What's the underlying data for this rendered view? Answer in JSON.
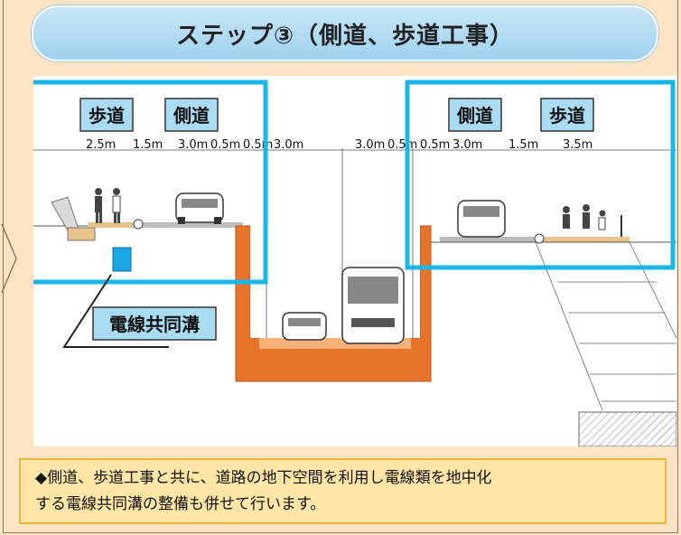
{
  "title": "ステップ③（側道、歩道工事）",
  "labels": {
    "left_sidewalk": "歩道",
    "left_sideroad": "側道",
    "right_sideroad": "側道",
    "right_sidewalk": "歩道",
    "cable_trench": "電線共同溝"
  },
  "dimensions_left": [
    "2.5m",
    "1.5m",
    "3.0m",
    "0.5m",
    "0.5m",
    "3.0m"
  ],
  "dimensions_center": [
    "3.0m",
    "0.5m"
  ],
  "dimensions_right": [
    "0.5m",
    "3.0m",
    "1.5m",
    "3.5m"
  ],
  "note": {
    "line1": "◆側道、歩道工事と共に、道路の地下空間を利用し電線類を地中化",
    "line2": "する電線共同溝の整備も併せて行います。"
  },
  "colors": {
    "highlight_box": "#1bb6e8",
    "label_fill": "#a9dcf2",
    "structure": "#e8742a",
    "trench_block": "#1ba6e6",
    "note_bg": "#ffe6a6",
    "note_border": "#f2b33a"
  }
}
